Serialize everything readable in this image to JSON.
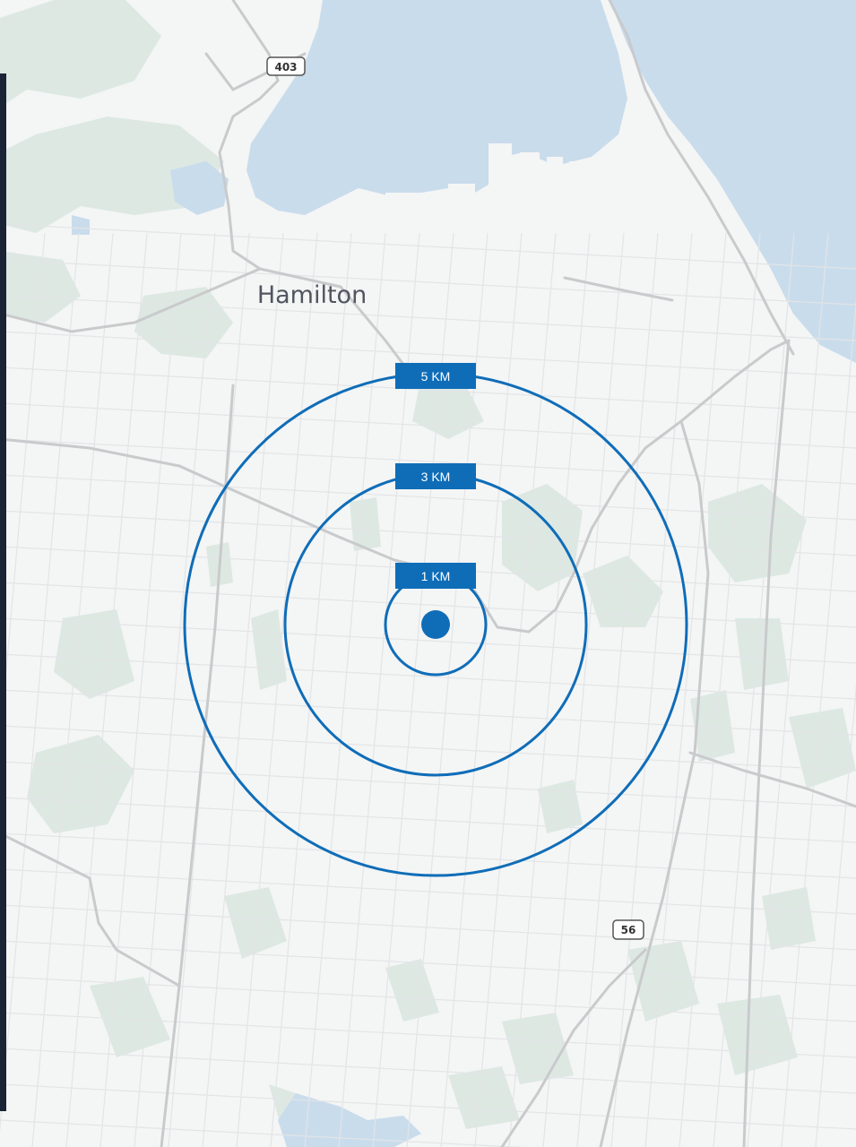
{
  "map": {
    "city_label": "Hamilton",
    "colors": {
      "land": "#f4f5f5",
      "water": "#c9dcec",
      "green": "#dde8e3",
      "road": "#d3d4d6",
      "major_road": "#c5c6c8",
      "ring": "#0f6db8",
      "marker": "#0f6db8",
      "panel": "#1b2336"
    },
    "highway_shields": [
      {
        "name": "highway-403",
        "label": "403"
      },
      {
        "name": "highway-56",
        "label": "56"
      }
    ],
    "radius_rings": [
      {
        "name": "ring-1km",
        "label": "1 KM",
        "radius_km": 1
      },
      {
        "name": "ring-3km",
        "label": "3 KM",
        "radius_km": 3
      },
      {
        "name": "ring-5km",
        "label": "5 KM",
        "radius_km": 5
      }
    ],
    "center_marker_icon": "location-dot-icon"
  }
}
